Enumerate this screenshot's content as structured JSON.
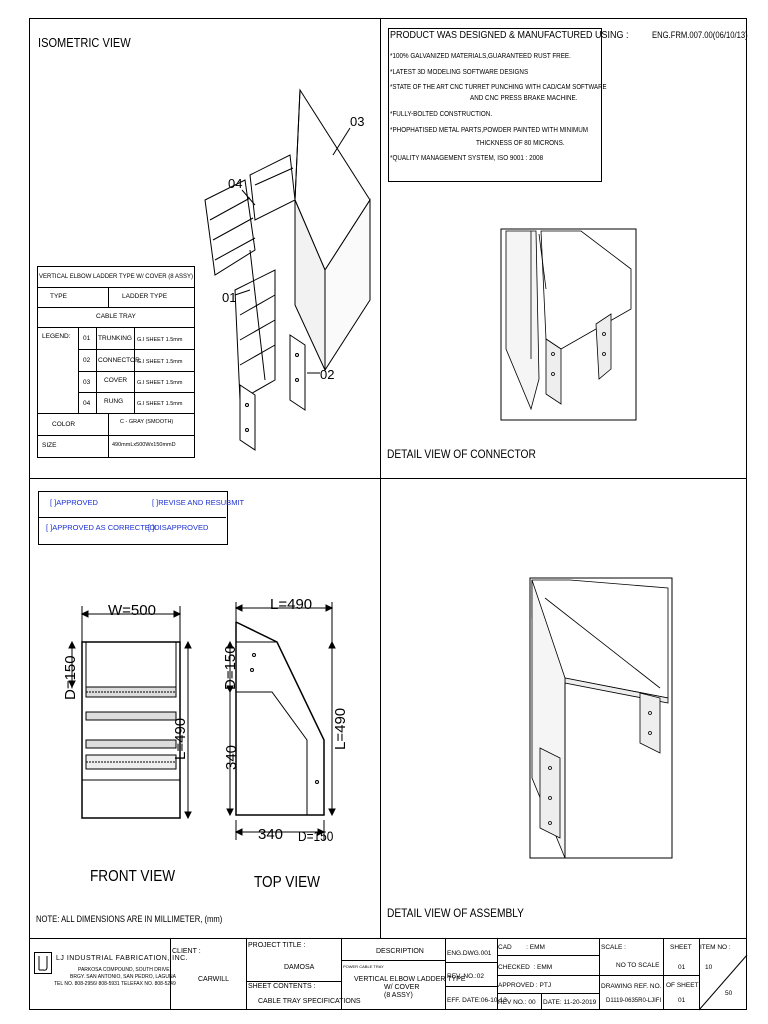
{
  "header": {
    "isometric_title": "ISOMETRIC VIEW",
    "form_code": "ENG.FRM.007.00(06/10/13)"
  },
  "product_notes": {
    "heading": "PRODUCT WAS DESIGNED & MANUFACTURED USING :",
    "lines": [
      "*100% GALVANIZED MATERIALS,GUARANTEED RUST FREE.",
      "*LATEST 3D MODELING SOFTWARE DESIGNS",
      "*STATE OF THE ART CNC TURRET PUNCHING WITH CAD/CAM SOFTWARE",
      "AND CNC PRESS BRAKE MACHINE.",
      "*FULLY-BOLTED CONSTRUCTION.",
      "*PHOPHATISED METAL PARTS,POWDER PAINTED WITH MINIMUM",
      "THICKNESS OF 80 MICRONS.",
      "*QUALITY MANAGEMENT SYSTEM, ISO 9001 : 2008"
    ]
  },
  "callouts": {
    "c01": "01",
    "c02": "02",
    "c03": "03",
    "c04": "04"
  },
  "legend_table": {
    "title": "VERTICAL ELBOW LADDER TYPE W/ COVER (8 ASSY)",
    "type_label": "TYPE",
    "type_value": "LADDER TYPE",
    "category": "CABLE TRAY",
    "legend_label": "LEGEND:",
    "items": [
      {
        "no": "01",
        "name": "TRUNKING",
        "material": "G.I SHEET 1.5mm"
      },
      {
        "no": "02",
        "name": "CONNECTOR",
        "material": "G.I SHEET 1.5mm"
      },
      {
        "no": "03",
        "name": "COVER",
        "material": "G.I SHEET 1.5mm"
      },
      {
        "no": "04",
        "name": "RUNG",
        "material": "G.I SHEET 1.5mm"
      }
    ],
    "color_label": "COLOR",
    "color_value": "C - GRAY (SMOOTH)",
    "size_label": "SIZE",
    "size_value": "490mmLx500Wx150mmD"
  },
  "detail_connector_label": "DETAIL VIEW OF CONNECTOR",
  "detail_assembly_label": "DETAIL VIEW OF ASSEMBLY",
  "approval": {
    "approved": "[ ]APPROVED",
    "revise": "[ ]REVISE AND RESUBMIT",
    "approved_corrected": "[ ]APPROVED AS CORRECTED",
    "disapproved": "[ ]DISAPPROVED"
  },
  "dims": {
    "front_w": "W=500",
    "front_d": "D=150",
    "front_l": "L=490",
    "top_l_top": "L=490",
    "top_d_left": "D=150",
    "top_l_right": "L=490",
    "top_340_left": "340",
    "top_340_bottom": "340",
    "top_d_bottom": "D=150"
  },
  "front_view_label": "FRONT VIEW",
  "top_view_label": "TOP VIEW",
  "note": "NOTE: ALL DIMENSIONS ARE IN MILLIMETER, (mm)",
  "title_block": {
    "company": "LJ INDUSTRIAL FABRICATION, INC.",
    "address1": "PARKOSA COMPOUND, SOUTH DRIVE,",
    "address2": "BRGY. SAN ANTONIO, SAN PEDRO, LAGUNA",
    "phone": "TEL NO. 808-2956/ 808-5931      TELEFAX NO. 808-5249",
    "client_label": "CLIENT :",
    "client_value": "CARWILL",
    "project_title_label": "PROJECT TITLE :",
    "project_title_value": "DAMOSA",
    "sheet_contents_label": "SHEET CONTENTS :",
    "sheet_contents_value": "CABLE TRAY SPECIFICATIONS",
    "description_label": "DESCRIPTION",
    "description_small": "POWER CABLE TRAY",
    "description_value_1": "VERTICAL ELBOW LADDER TYPE",
    "description_value_2": "W/ COVER",
    "description_value_3": "(8 ASSY)",
    "eng_dwg": "ENG.DWG.001",
    "rev_no": "REV. NO.:02",
    "eff_date": "EFF. DATE:06-10-13",
    "cad": "CAD        : EMM",
    "checked": "CHECKED  : EMM",
    "approved": "APPROVED : PTJ",
    "rev_no2": "REV NO.: 00",
    "date": "DATE: 11-20-2019",
    "scale_label": "SCALE :",
    "scale_value": "NO TO SCALE",
    "drawing_ref_label": "DRAWING REF. NO.",
    "drawing_ref_value": "D1119-0635R0-LJIFI",
    "sheet_label": "SHEET",
    "sheet_value": "01",
    "of_sheet_label": "OF SHEET",
    "of_sheet_value": "01",
    "item_no_label": "ITEM NO :",
    "item_no_value": "10",
    "item_total": "50"
  }
}
